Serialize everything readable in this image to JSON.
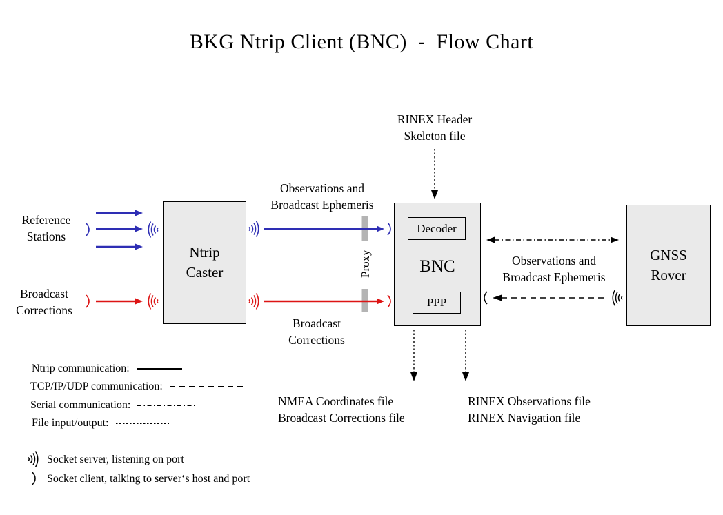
{
  "title": "BKG Ntrip Client (BNC)  -  Flow Chart",
  "colors": {
    "ntrip_blue": "#2e2eb4",
    "corrections_red": "#dd1414",
    "box_fill": "#eaeaea",
    "box_border": "#000000",
    "proxy_bar_gray": "#b4b4b4"
  },
  "boxes": {
    "ntrip_caster": {
      "line1": "Ntrip",
      "line2": "Caster"
    },
    "bnc": {
      "label": "BNC",
      "decoder": "Decoder",
      "ppp": "PPP"
    },
    "gnss_rover": {
      "line1": "GNSS",
      "line2": "Rover"
    }
  },
  "labels": {
    "reference_stations": {
      "line1": "Reference",
      "line2": "Stations"
    },
    "broadcast_corrections_left": {
      "line1": "Broadcast",
      "line2": "Corrections"
    },
    "obs_ephemeris_top": {
      "line1": "Observations and",
      "line2": "Broadcast Ephemeris"
    },
    "broadcast_corrections_mid": {
      "line1": "Broadcast",
      "line2": "Corrections"
    },
    "rinex_header": {
      "line1": "RINEX Header",
      "line2": "Skeleton file"
    },
    "obs_ephemeris_right": {
      "line1": "Observations and",
      "line2": "Broadcast Ephemeris"
    },
    "proxy": "Proxy",
    "nmea_files": {
      "line1": "NMEA Coordinates file",
      "line2": "Broadcast Corrections file"
    },
    "rinex_files": {
      "line1": "RINEX Observations file",
      "line2": "RINEX Navigation file"
    }
  },
  "legend": {
    "items": [
      {
        "label": "Ntrip communication:",
        "style": "solid"
      },
      {
        "label": "TCP/IP/UDP communication:",
        "style": "dashed"
      },
      {
        "label": "Serial communication:",
        "style": "dash-dot"
      },
      {
        "label": "File input/output:",
        "style": "fine-dash"
      }
    ],
    "socket_server_label": "Socket server, listening on port",
    "socket_client_label": "Socket client, talking to server‘s host and port"
  },
  "symbols": {
    "socket_server_icon": ")))",
    "socket_client_icon": ")"
  }
}
